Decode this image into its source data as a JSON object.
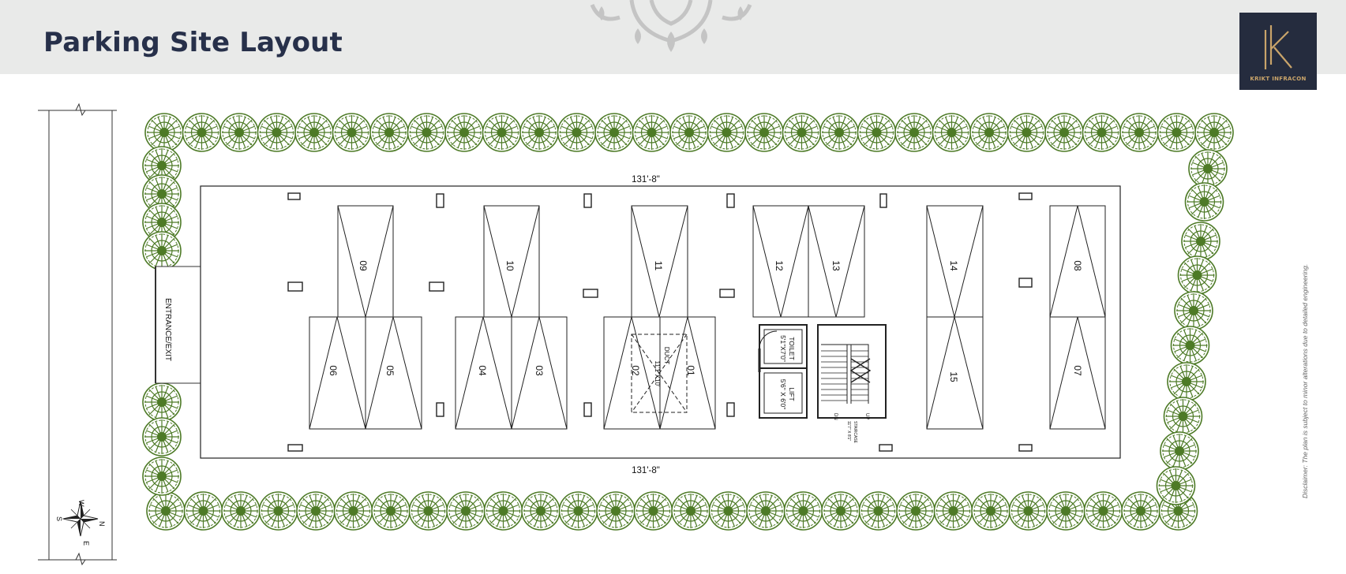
{
  "page": {
    "title": "Parking Site Layout"
  },
  "logo": {
    "tagline": "KRIKT INFRACON"
  },
  "dimensions": {
    "top": "131'-8\"",
    "bottom": "131'-8\""
  },
  "entrance": {
    "label": "ENTRANCE/EXIT"
  },
  "compass": {
    "north": "N",
    "south": "S",
    "east": "E",
    "west": "W"
  },
  "parking_slots": [
    "01",
    "02",
    "03",
    "04",
    "05",
    "06",
    "07",
    "08",
    "09",
    "10",
    "11",
    "12",
    "13",
    "14",
    "15"
  ],
  "duct": {
    "label": "DUCT",
    "size": "11'1\"X10'"
  },
  "toilet": {
    "label": "TOILET",
    "size": "5'1\"X7'0\""
  },
  "lift": {
    "label": "LIFT",
    "size": "5'6\" X 6'0\""
  },
  "staircase": {
    "label": "STAIRCASE",
    "size": "11'7\" X 8'1\"",
    "up": "UP",
    "down": "DN"
  },
  "disclaimer": "Disclaimer: The plan is subject to minor alterations due to detailed engineering.",
  "colors": {
    "header_bg": "#e9eae9",
    "title": "#27304a",
    "tree": "#4d7a26",
    "logo_bg": "#252c3e",
    "logo_gold": "#c9a46a"
  }
}
